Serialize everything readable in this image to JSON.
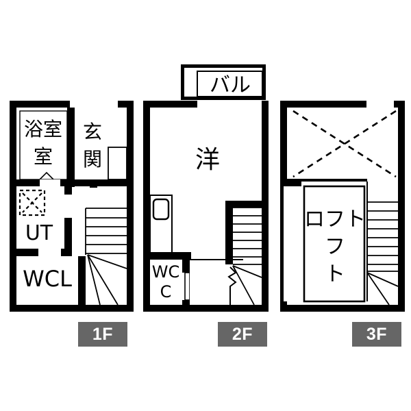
{
  "document": {
    "type": "residential-floor-plan",
    "title": "3-story floor plan",
    "background_color": "#ffffff",
    "wall_color": "#000000",
    "badge_color": "#666666",
    "badge_text_color": "#ffffff"
  },
  "floors": [
    {
      "id": "1f",
      "badge_label": "1F",
      "rooms": [
        {
          "name": "bathroom",
          "label": "浴室"
        },
        {
          "name": "entrance",
          "label": "玄関"
        },
        {
          "name": "utility",
          "label": "UT"
        },
        {
          "name": "walk-in-closet",
          "label": "WCL"
        }
      ],
      "features": [
        "entrance-door-swing",
        "washing-machine-pan",
        "shoe-closet",
        "staircase-up"
      ]
    },
    {
      "id": "2f",
      "badge_label": "2F",
      "rooms": [
        {
          "name": "balcony",
          "label": "バル"
        },
        {
          "name": "western-room",
          "label": "洋"
        },
        {
          "name": "toilet",
          "label": "WC"
        }
      ],
      "features": [
        "kitchen-sink",
        "toilet-door-swing",
        "staircase-up",
        "staircase-down"
      ]
    },
    {
      "id": "3f",
      "badge_label": "3F",
      "rooms": [
        {
          "name": "loft",
          "label": "ロフト"
        }
      ],
      "features": [
        "void-dashed-cross",
        "window-slit",
        "staircase-down"
      ]
    }
  ]
}
